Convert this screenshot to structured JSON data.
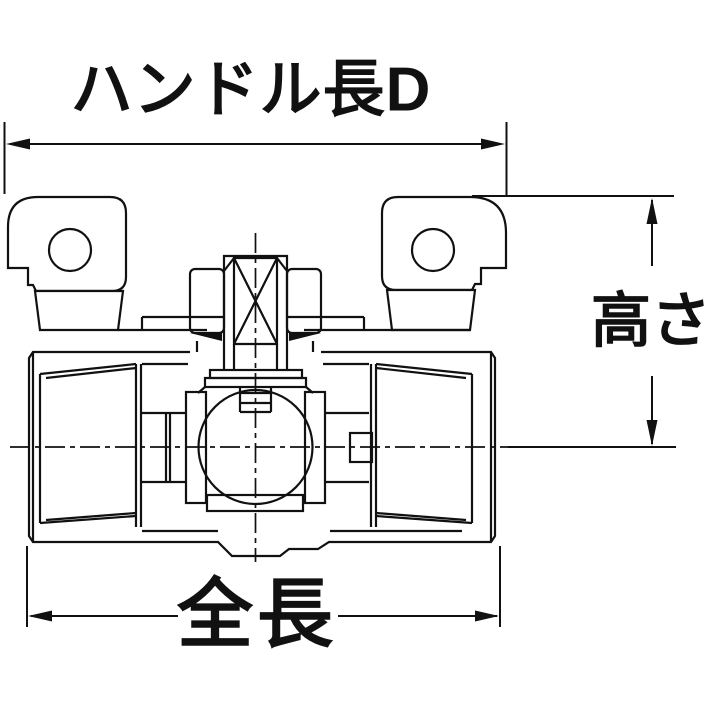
{
  "diagram": {
    "labels": {
      "top": "ハンドル長D",
      "right": "高さ",
      "bottom": "全長"
    },
    "colors": {
      "background": "#ffffff",
      "line": "#111111"
    }
  }
}
